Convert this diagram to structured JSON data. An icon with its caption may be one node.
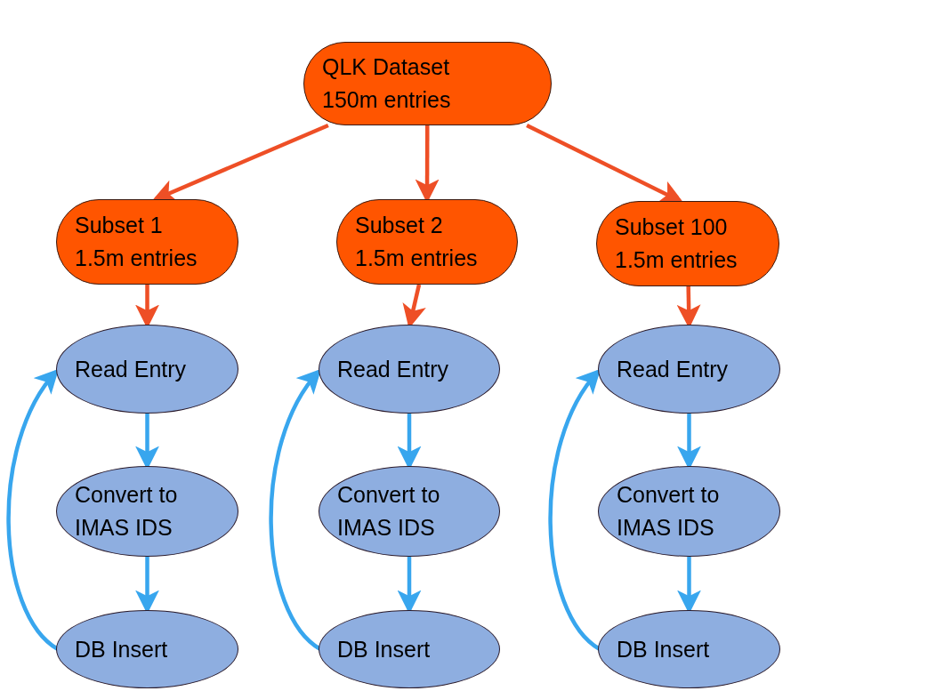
{
  "diagram": {
    "nodes": [
      {
        "text": [
          "QLK Dataset",
          "150m entries"
        ]
      },
      {
        "text": [
          "Subset 1",
          "1.5m entries"
        ]
      },
      {
        "text": [
          "Subset 2",
          "1.5m entries"
        ]
      },
      {
        "text": [
          "Subset 100",
          "1.5m entries"
        ]
      },
      {
        "text": [
          "Read Entry"
        ]
      },
      {
        "text": [
          "Convert to IMAS IDS"
        ]
      },
      {
        "text": [
          "DB Insert"
        ]
      },
      {
        "text": [
          "Read Entry"
        ]
      },
      {
        "text": [
          "Convert to IMAS IDS"
        ]
      },
      {
        "text": [
          "DB Insert"
        ]
      },
      {
        "text": [
          "Read Entry"
        ]
      },
      {
        "text": [
          "Convert to IMAS IDS"
        ]
      },
      {
        "text": [
          "DB Insert"
        ]
      }
    ],
    "edges": [
      {
        "from": 0,
        "to": 1,
        "arrow": "to",
        "color": "#ee4f26"
      },
      {
        "from": 0,
        "to": 2,
        "arrow": "to",
        "color": "#ee4f26"
      },
      {
        "from": 0,
        "to": 3,
        "arrow": "to",
        "color": "#ee4f26"
      },
      {
        "from": 1,
        "to": 4,
        "arrow": "to",
        "color": "#ee4f26"
      },
      {
        "from": 2,
        "to": 7,
        "arrow": "to",
        "color": "#ee4f26"
      },
      {
        "from": 3,
        "to": 10,
        "arrow": "to",
        "color": "#ee4f26"
      },
      {
        "from": 4,
        "to": 5,
        "arrow": "to"
      },
      {
        "from": 5,
        "to": 6,
        "arrow": "to"
      },
      {
        "from": 6,
        "to": 4,
        "arrow": "to"
      },
      {
        "from": 7,
        "to": 8,
        "arrow": "to"
      },
      {
        "from": 8,
        "to": 9,
        "arrow": "to"
      },
      {
        "from": 9,
        "to": 7,
        "arrow": "to"
      },
      {
        "from": 10,
        "to": 11,
        "arrow": "to"
      },
      {
        "from": 11,
        "to": 12,
        "arrow": "to"
      },
      {
        "from": 12,
        "to": 10,
        "arrow": "to"
      }
    ]
  }
}
